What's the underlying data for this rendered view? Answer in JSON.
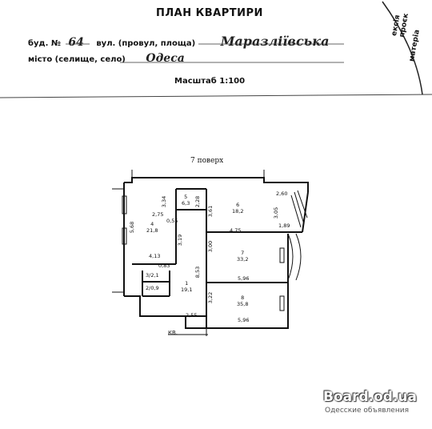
{
  "header": {
    "title": "ПЛАН КВАРТИРИ",
    "house_label": "буд. №",
    "house_number": "64",
    "street_label": "вул. (провул, площа)",
    "street_name": "Маразліївська",
    "city_label": "місто (селище, село)",
    "city_name": "Одеса",
    "scale": "Масштаб 1:100",
    "stamp_text_1": "ексія проєк",
    "stamp_text_2": "матеріа"
  },
  "plan": {
    "floor_label": "7 поверх",
    "rooms": [
      {
        "number": "1",
        "area": "19,1"
      },
      {
        "number": "2",
        "area": "0,9"
      },
      {
        "number": "3",
        "area": "2,1"
      },
      {
        "number": "4",
        "area": "21,8"
      },
      {
        "number": "5",
        "area": "6,3"
      },
      {
        "number": "6",
        "area": "18,2"
      },
      {
        "number": "7",
        "area": "33,2"
      },
      {
        "number": "8",
        "area": "35,8"
      }
    ],
    "dimensions": [
      "5,68",
      "3,34",
      "2,28",
      "3,61",
      "2,60",
      "3,05",
      "2,75",
      "0,55",
      "4,75",
      "1,89",
      "3,19",
      "3,00",
      "4,13",
      "0,83",
      "8,53",
      "5,96",
      "3,22",
      "2,55",
      "5,96"
    ],
    "kv_label": "КВ."
  },
  "watermark": {
    "site": "Board.od.ua",
    "subtitle": "Одесские объявления"
  }
}
